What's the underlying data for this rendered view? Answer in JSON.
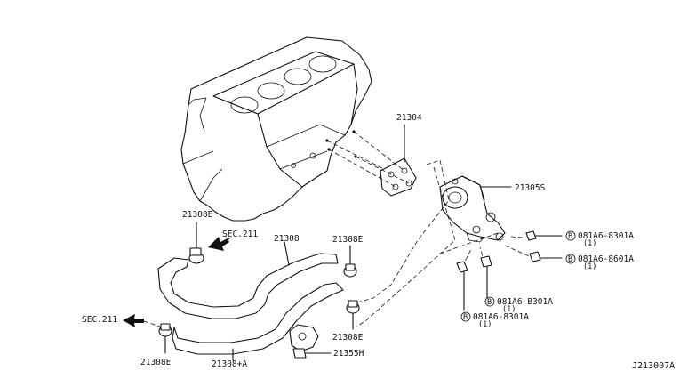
{
  "labels": {
    "p21304": "21304",
    "p21305s": "21305S",
    "p21308": "21308",
    "p21308a": "21308+A",
    "p21308e_1": "21308E",
    "p21308e_2": "21308E",
    "p21308e_3": "21308E",
    "p21308e_4": "21308E",
    "p21355h": "21355H",
    "sec211_1": "SEC.211",
    "sec211_2": "SEC.211",
    "bolt_1": "081A6-8301A",
    "bolt_1_qty": "(1)",
    "bolt_2": "081A6-8601A",
    "bolt_2_qty": "(1)",
    "bolt_3": "081A6-B301A",
    "bolt_3_qty": "(1)",
    "bolt_4": "081A6-8301A",
    "bolt_4_qty": "(1)",
    "bolt_symbol": "B",
    "diagram_id": "J213007A"
  }
}
